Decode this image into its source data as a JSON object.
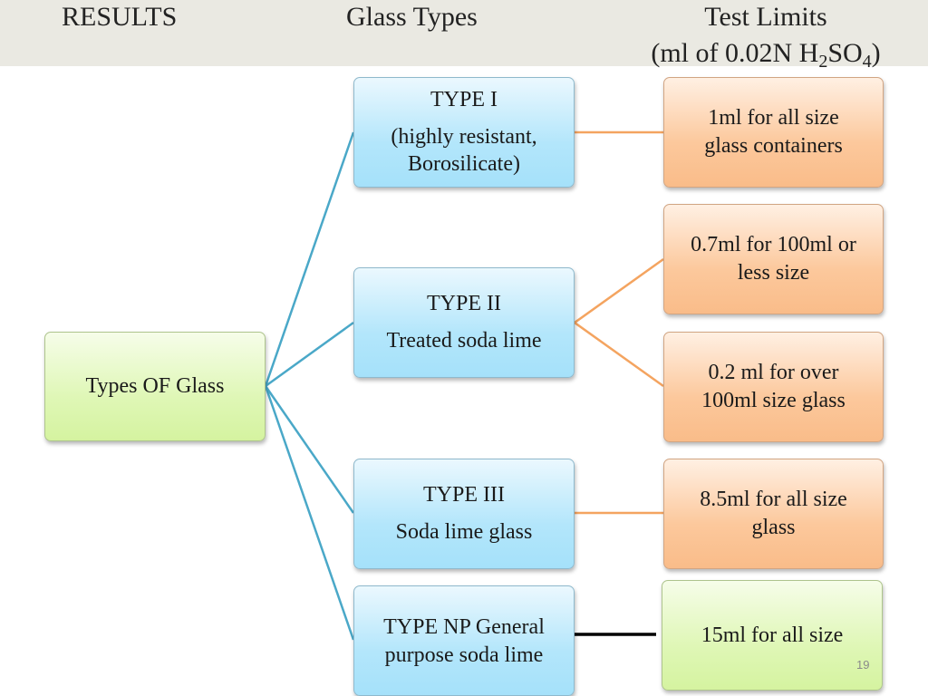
{
  "header": {
    "results": "RESULTS",
    "glass_types": "Glass Types",
    "test_limits_line1": "Test Limits",
    "test_limits_line2_prefix": "(ml of 0.02N H",
    "sub_2": "2",
    "test_limits_line2_mid": "SO",
    "sub_4": "4",
    "test_limits_line2_suffix": ")"
  },
  "root": {
    "label": "Types OF Glass"
  },
  "types": [
    {
      "title": "TYPE I",
      "desc_line1": "(highly resistant,",
      "desc_line2": "Borosilicate)"
    },
    {
      "title": "TYPE II",
      "desc": "Treated soda lime"
    },
    {
      "title": "TYPE III",
      "desc": "Soda lime glass"
    },
    {
      "line1": "TYPE NP General",
      "line2": "purpose soda lime"
    }
  ],
  "limits": [
    {
      "line1": "1ml for all size",
      "line2": "glass containers"
    },
    {
      "line1": "0.7ml for 100ml or",
      "line2": "less size"
    },
    {
      "line1": "0.2 ml for over",
      "line2": "100ml size glass"
    },
    {
      "line1": "8.5ml for all size",
      "line2": "glass"
    },
    {
      "line1": "15ml for all size"
    }
  ],
  "page_number": "19",
  "colors": {
    "header_bg": "#eae9e2",
    "blue_connector": "#4aa8c8",
    "orange_connector": "#f4a460",
    "black_connector": "#000000"
  }
}
